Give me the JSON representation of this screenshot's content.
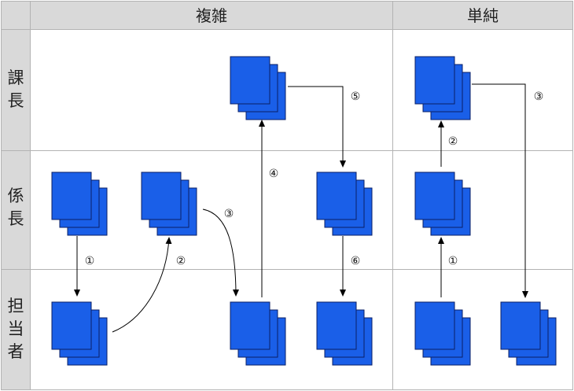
{
  "columns": [
    {
      "id": "complex",
      "label": "複雑"
    },
    {
      "id": "simple",
      "label": "単純"
    }
  ],
  "rows": [
    {
      "id": "kacho",
      "chars": [
        "課",
        "長"
      ]
    },
    {
      "id": "kakaricho",
      "chars": [
        "係",
        "長"
      ]
    },
    {
      "id": "tanto",
      "chars": [
        "担",
        "当",
        "者"
      ]
    }
  ],
  "steps": {
    "complex": [
      "①",
      "②",
      "③",
      "④",
      "⑤",
      "⑥"
    ],
    "simple": [
      "①",
      "②",
      "③"
    ]
  },
  "colors": {
    "document_fill": "#1a5fe8",
    "document_stroke": "#0a1f66",
    "header_bg": "#d9d9d9",
    "grid_line": "#b3b3b3",
    "arrow": "#000000"
  }
}
